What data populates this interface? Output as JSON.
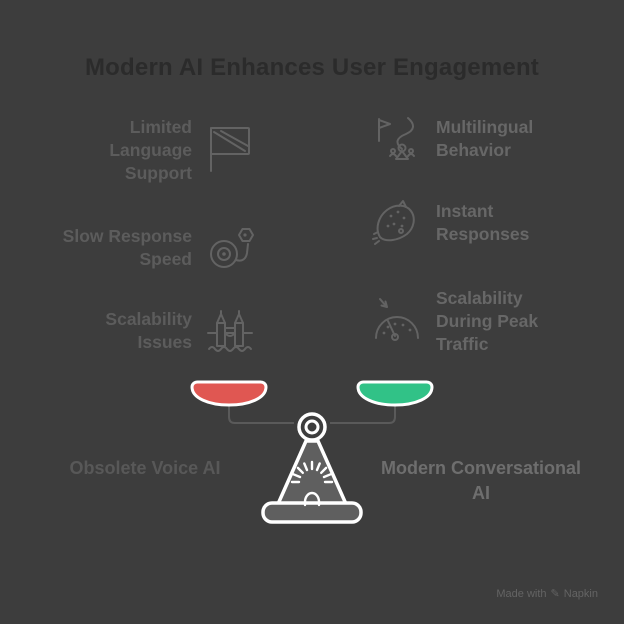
{
  "title": "Modern AI Enhances User Engagement",
  "left_column": {
    "items": [
      {
        "label": "Limited\nLanguage\nSupport",
        "icon": "crossed-flag-icon"
      },
      {
        "label": "Slow Response\nSpeed",
        "icon": "snail-icon"
      },
      {
        "label": "Scalability\nIssues",
        "icon": "tower-bridge-icon"
      }
    ],
    "verdict_label": "Obsolete Voice AI"
  },
  "right_column": {
    "items": [
      {
        "label": "Multilingual\nBehavior",
        "icon": "flag-route-people-icon"
      },
      {
        "label": "Instant\nResponses",
        "icon": "cheetah-icon"
      },
      {
        "label": "Scalability\nDuring Peak\nTraffic",
        "icon": "gauge-icon"
      }
    ],
    "verdict_label": "Modern Conversational\nAI"
  },
  "scale": {
    "left_pan_color": "#e05752",
    "right_pan_color": "#31c287",
    "outline_color": "#ffffff",
    "body_color": "#5f5f5f",
    "beam_color": "#5a5a5a"
  },
  "colors": {
    "background": "#3d3d3d",
    "title_text": "#2b2b2b",
    "left_text": "#5c5c5c",
    "right_text": "#676767",
    "icon_stroke": "#636363"
  },
  "footer": {
    "prefix": "Made with",
    "brand": "Napkin",
    "logo_icon": "✎"
  }
}
